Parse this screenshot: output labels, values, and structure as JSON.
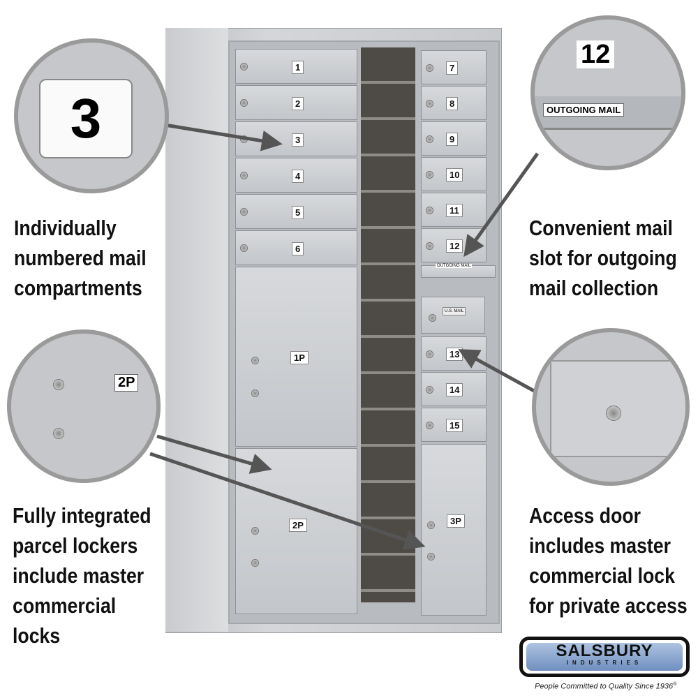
{
  "mailbox": {
    "left_doors": [
      "1",
      "2",
      "3",
      "4",
      "5",
      "6"
    ],
    "right_doors": [
      "7",
      "8",
      "9",
      "10",
      "11",
      "12"
    ],
    "lower_right_doors": [
      "13",
      "14",
      "15"
    ],
    "parcel_lockers": [
      "1P",
      "2P",
      "3P"
    ],
    "outgoing_label": "OUTGOING MAIL",
    "access_label": "U.S. MAIL"
  },
  "callouts": {
    "top_left": {
      "zoom_number": "3",
      "caption": [
        "Individually",
        "numbered mail",
        "compartments"
      ]
    },
    "top_right": {
      "zoom_number": "12",
      "zoom_label": "OUTGOING MAIL",
      "caption": [
        "Convenient mail",
        "slot for outgoing",
        "mail collection"
      ]
    },
    "bottom_left": {
      "zoom_number": "2P",
      "caption": [
        "Fully integrated",
        "parcel lockers",
        "include master",
        "commercial",
        "locks"
      ]
    },
    "bottom_right": {
      "caption": [
        "Access door",
        "includes master",
        "commercial lock",
        "for private access"
      ]
    }
  },
  "logo": {
    "brand": "SALSBURY",
    "sub": "INDUSTRIES",
    "tagline": "People Committed to Quality Since 1936",
    "registered": "®"
  }
}
